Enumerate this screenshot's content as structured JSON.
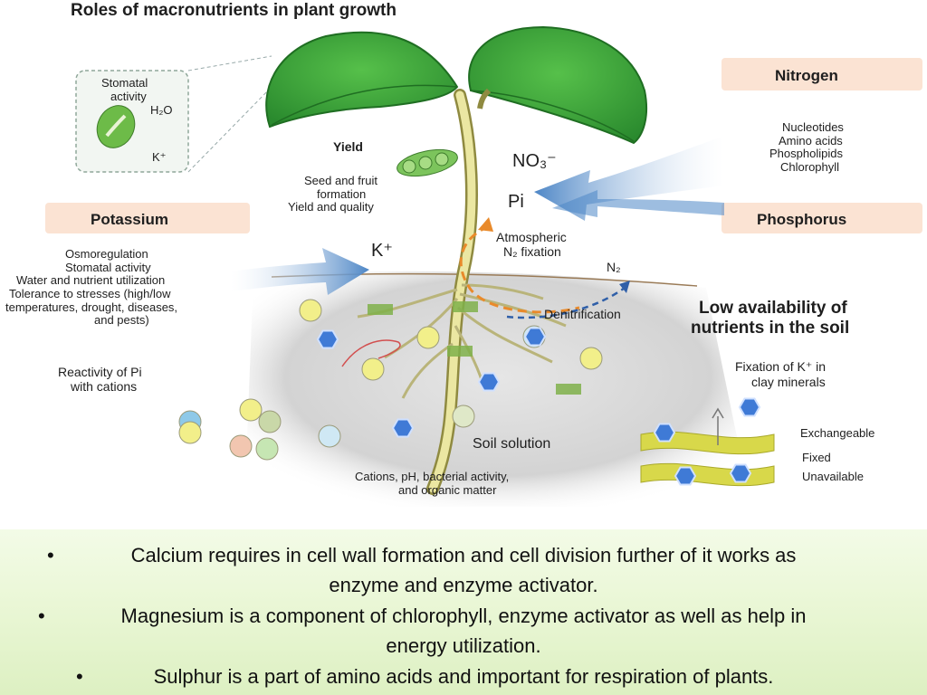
{
  "title": "Roles of macronutrients in plant growth",
  "stomatal": {
    "label_line1": "Stomatal",
    "label_line2": "activity",
    "h2o": "H₂O",
    "k": "K⁺"
  },
  "nitrogen": {
    "heading": "Nitrogen",
    "roles": [
      "Nucleotides",
      "Amino acids",
      "Phospholipids",
      "Chlorophyll"
    ]
  },
  "phosphorus": {
    "heading": "Phosphorus"
  },
  "potassium": {
    "heading": "Potassium",
    "roles": [
      "Osmoregulation",
      "Stomatal activity",
      "Water and nutrient utilization",
      "Tolerance to stresses (high/low",
      "temperatures, drought, diseases,",
      "and pests)"
    ]
  },
  "yield": {
    "heading": "Yield",
    "lines": [
      "Seed and fruit",
      "formation",
      "Yield and quality"
    ]
  },
  "ions": {
    "no3": "NO₃⁻",
    "pi": "Pi",
    "k": "K⁺",
    "n2": "N₂"
  },
  "fixation": {
    "line1": "Atmospheric",
    "line2": "N₂ fixation",
    "denitrification": "Denitrification"
  },
  "low_availability": {
    "line1": "Low availability of",
    "line2": "nutrients in the soil"
  },
  "reactivity": {
    "line1": "Reactivity of Pi",
    "line2": "with cations"
  },
  "clay": {
    "line1": "Fixation of K⁺ in",
    "line2": "clay minerals",
    "exchangeable": "Exchangeable",
    "fixed": "Fixed",
    "unavailable": "Unavailable"
  },
  "soil": {
    "solution": "Soil solution",
    "line1": "Cations, pH, bacterial activity,",
    "line2": "and organic matter"
  },
  "bullets": [
    {
      "marker": "•",
      "line1": "Calcium requires in cell wall formation and cell division further of it works as",
      "line2": "enzyme and enzyme activator."
    },
    {
      "marker": "•",
      "line1": "Magnesium is a component of chlorophyll, enzyme activator as well as help in",
      "line2": "energy utilization."
    },
    {
      "marker": "•",
      "line1": "Sulphur is a part of amino acids and important for respiration of plants.",
      "line2": ""
    }
  ],
  "colors": {
    "leaf": "#3aa63a",
    "leaf_dark": "#1f6e22",
    "arrow": "#4d86c6",
    "label_box": "#fbe3d3",
    "soil": "#d9d9d9",
    "stem": "#e9e6a0",
    "clay_band": "#d8d84a",
    "hexagon": "#3f7ad6",
    "orange_arrow": "#e98a2b",
    "panel_green": "#e6f5d0"
  }
}
